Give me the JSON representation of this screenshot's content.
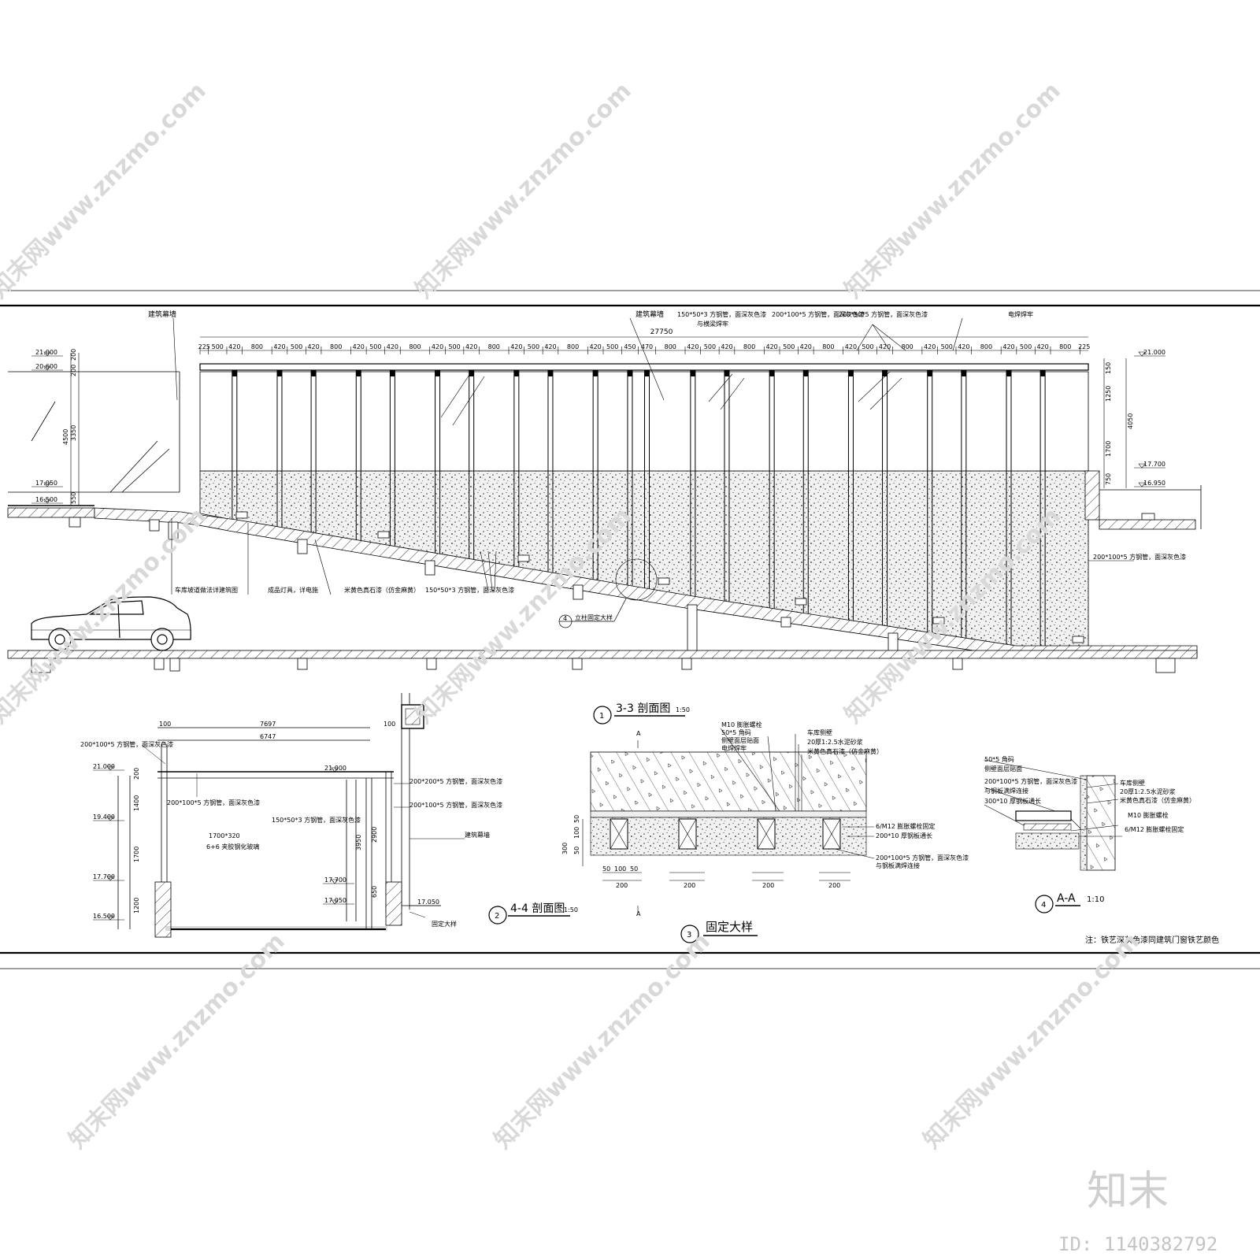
{
  "watermark": {
    "text": "知末网www.znzmo.com",
    "brand": "知末",
    "id_label": "ID: 1140382792"
  },
  "elevation": {
    "label_curtain_wall_left": "建筑幕墙",
    "label_curtain_wall_mid": "建筑幕墙",
    "total_dim": "27750",
    "dim_segments": [
      "225",
      "500",
      "420",
      "800",
      "420",
      "500",
      "420",
      "800",
      "420",
      "500",
      "420",
      "800",
      "420",
      "500",
      "420",
      "800",
      "420",
      "500",
      "420",
      "800",
      "420",
      "500",
      "450",
      "470",
      "800",
      "420",
      "500",
      "420",
      "800",
      "420",
      "500",
      "420",
      "800",
      "420",
      "500",
      "420",
      "800",
      "420",
      "500",
      "420",
      "800",
      "420",
      "500",
      "420",
      "800",
      "225"
    ],
    "left_levels": [
      "21.000",
      "20.600",
      "17.050",
      "16.500"
    ],
    "left_dims": [
      "200",
      "200",
      "4500",
      "3350",
      "550"
    ],
    "right_levels": [
      "21.000",
      "17.700",
      "16.950"
    ],
    "right_dims": [
      "150",
      "1250",
      "4050",
      "1700",
      "750"
    ],
    "top_callouts": [
      "150*50*3  方钢管，面深灰色漆",
      "200*100*5  方钢管，面深灰色漆",
      "200*50*5  方钢管，面深灰色漆",
      "与横梁焊牢",
      "电焊焊牢"
    ],
    "bottom_callouts": [
      "车库坡道做法详建筑图",
      "成品灯具，详电施",
      "米黄色真石漆（仿金麻黄）",
      "150*50*3  方钢管，面深灰色漆"
    ],
    "right_callout": "200*100*5  方钢管，面深灰色漆",
    "ladder_ref_num": "4",
    "ladder_ref": "立柱固定大样"
  },
  "section44": {
    "title": "4-4  剖面图",
    "scale": "1:50",
    "num": "2",
    "dims_top": [
      "7697",
      "6747",
      "100",
      "100"
    ],
    "levels": [
      "21.000",
      "19.400",
      "17.700",
      "16.500"
    ],
    "inner_levels": [
      "21.000",
      "17.700",
      "17.050"
    ],
    "right_level": "17.050",
    "dims_left": [
      "200",
      "1400",
      "1700",
      "1200"
    ],
    "dims_right": [
      "3950",
      "2900",
      "650"
    ],
    "labels": [
      "200*100*5  方钢管，面深灰色漆",
      "200*200*5  方钢管，面深灰色漆",
      "200*100*5  方钢管，面深灰色漆",
      "200*100*5  方钢管，面深灰色漆",
      "150*50*3  方钢管，面深灰色漆",
      "1700*320",
      "6+6  夹胶钢化玻璃",
      "建筑幕墙"
    ],
    "detail_ref": "固定大样"
  },
  "section33": {
    "title": "3-3  剖面图",
    "scale": "1:50",
    "num": "1",
    "labels": [
      "M10  膨胀螺栓",
      "50*5  角码",
      "侧壁面层贴面",
      "电焊焊牢",
      "车库侧壁",
      "20厚1:2.5水泥砂浆",
      "米黄色真石漆（仿金麻黄）",
      "6/M12  膨胀螺栓固定",
      "200*10  厚钢板通长",
      "200*100*5  方钢管，面深灰色漆",
      "与钢板满焊连接"
    ],
    "dims_left": [
      "300",
      "50",
      "100",
      "50"
    ],
    "dims_bottom": [
      "50",
      "100",
      "50",
      "200"
    ],
    "cut_mark": "A"
  },
  "detail3": {
    "num": "3",
    "title": "固定大样"
  },
  "sectionAA": {
    "num": "4",
    "title": "A-A",
    "scale": "1:10",
    "labels": [
      "50*5  角码",
      "侧壁面层贴面",
      "200*100*5  方钢管，面深灰色漆",
      "与钢板满焊连接",
      "300*10  厚钢板通长",
      "车库侧壁",
      "20厚1:2.5水泥砂浆",
      "米黄色真石漆（仿金麻黄）",
      "M10  膨胀螺栓",
      "6/M12  膨胀螺栓固定"
    ]
  },
  "note": "注：铁艺深灰色漆同建筑门窗铁艺颜色"
}
